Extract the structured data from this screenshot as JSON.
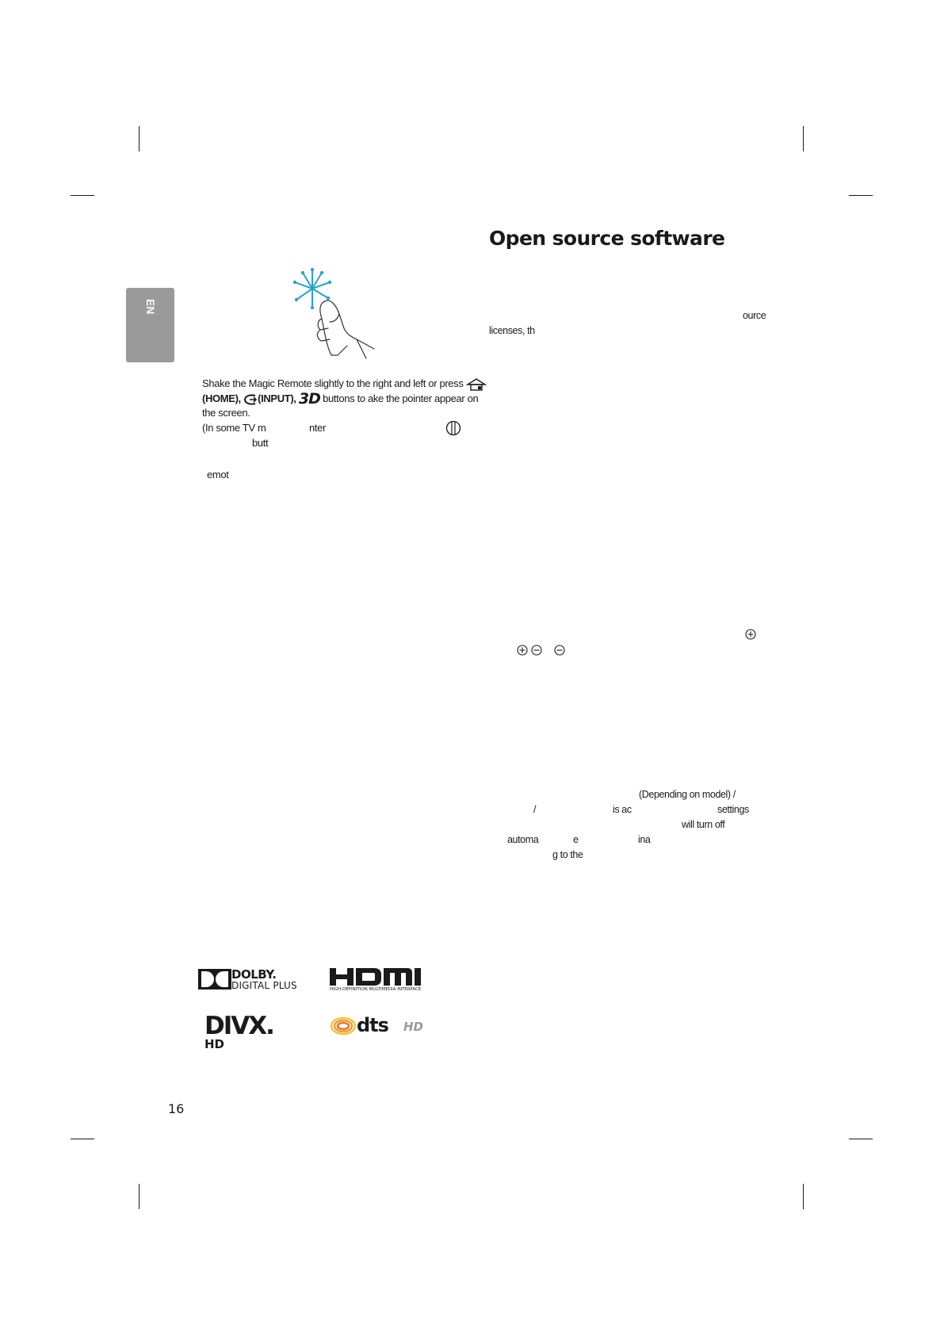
{
  "lang_tab": "EN",
  "left_col": {
    "line1": "Shake the Magic Remote slightly to the right and left or press",
    "home_label": "(HOME),",
    "input_label": "(INPUT),",
    "line2_rest": "buttons to   ake the pointer appear on",
    "line3": "the screen.",
    "line4a": "(In some TV m",
    "line4b": "nter",
    "line5": "butt",
    "line6": "emot"
  },
  "right_col": {
    "title": "Open source software",
    "frag_ourse": "ource",
    "frag_licenses": "licenses, th",
    "frag_depending": "(Depending on model) /",
    "frag_slash": "/",
    "frag_isac": "is ac",
    "frag_settings": "settings",
    "frag_willturnoff": "will turn off",
    "frag_automa": "automa",
    "frag_e": "e",
    "frag_ina": "ina",
    "frag_gtothe": "g to the"
  },
  "logos": {
    "dolby_line1": "DOLBY.",
    "dolby_line2": "DIGITAL PLUS",
    "hdmi_sub": "HIGH-DEFINITION MULTIMEDIA INTERFACE",
    "divx_main": "DIVX.",
    "divx_sub": "HD",
    "dts_main": "dts",
    "dts_sub": "HD"
  },
  "page_number": "16",
  "icon_3d": "3D",
  "icons": [
    "home-icon",
    "input-icon",
    "3d-icon",
    "wheel-icon",
    "plus-circle-icon",
    "minus-circle-icon"
  ]
}
